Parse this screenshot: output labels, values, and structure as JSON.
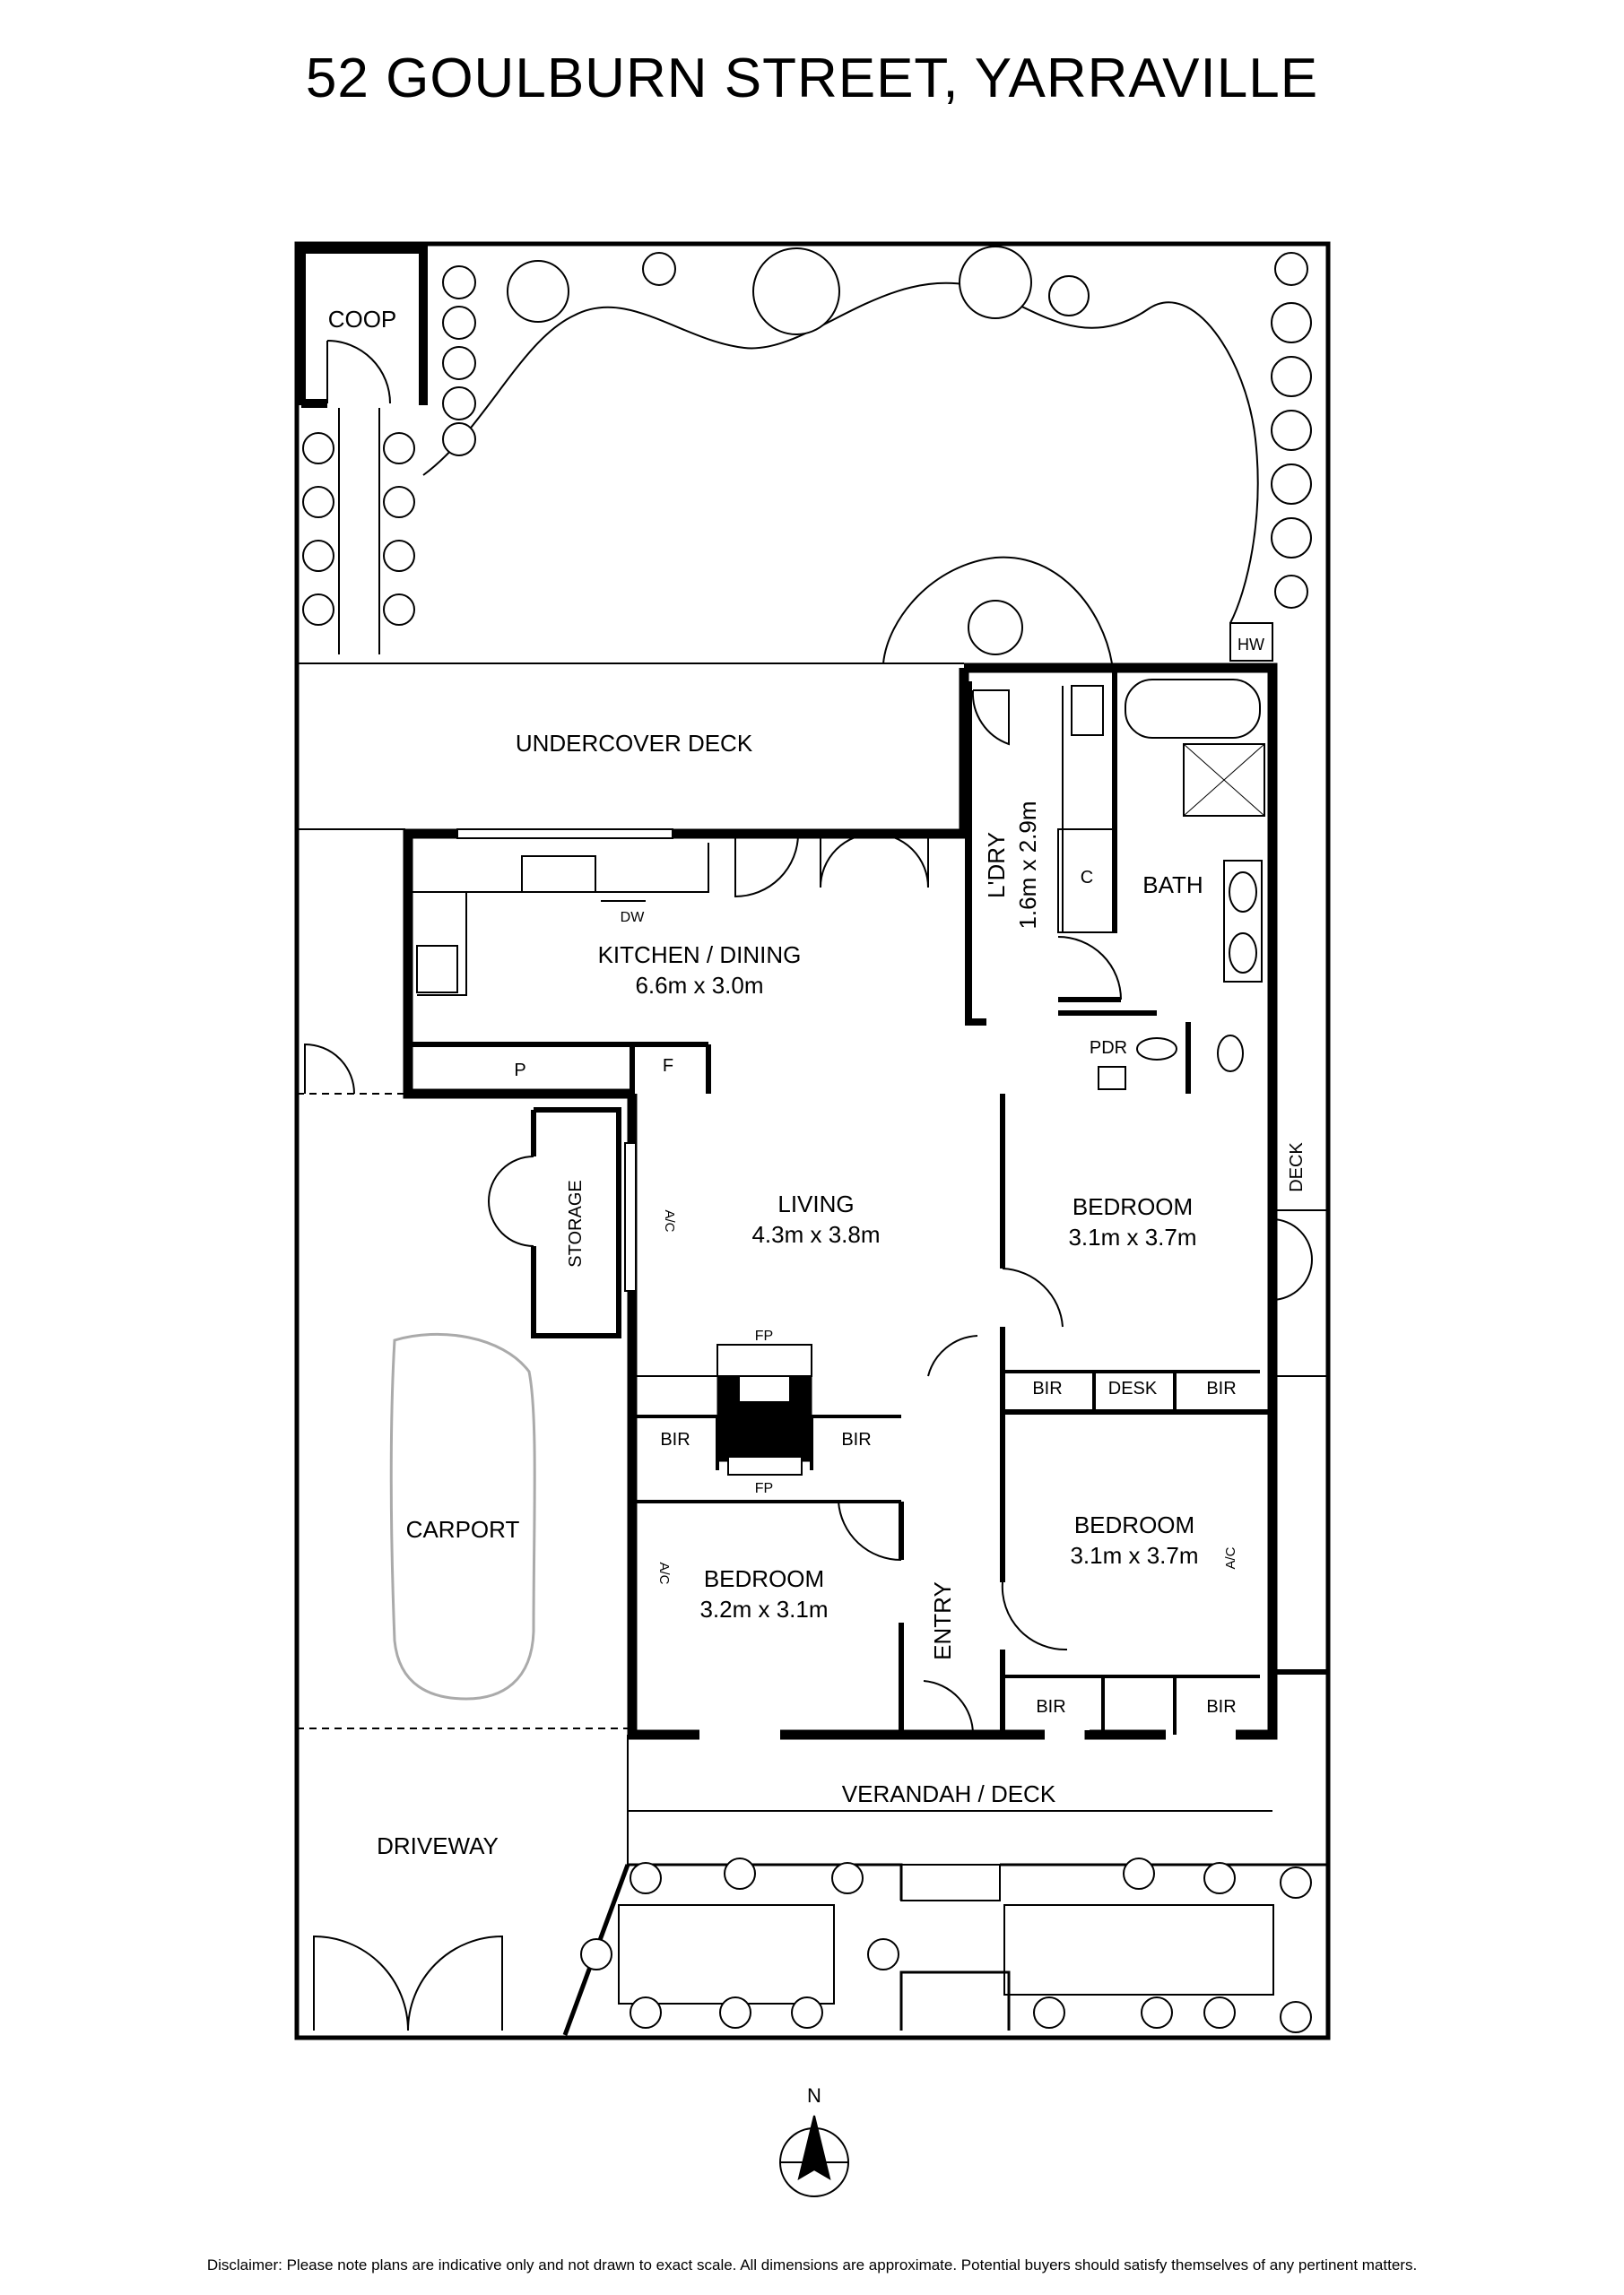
{
  "title": "52 GOULBURN STREET, YARRAVILLE",
  "rooms": {
    "coop": "COOP",
    "hw": "HW",
    "undercover_deck": "UNDERCOVER DECK",
    "kitchen_name": "KITCHEN / DINING",
    "kitchen_dim": "6.6m x 3.0m",
    "dw": "DW",
    "pantry": "P",
    "fridge": "F",
    "laundry_name": "L'DRY",
    "laundry_dim": "1.6m x 2.9m",
    "cupboard": "C",
    "bath": "BATH",
    "pdr": "PDR",
    "storage": "STORAGE",
    "ac_living": "A/C",
    "living_name": "LIVING",
    "living_dim": "4.3m x 3.8m",
    "bedroom1_name": "BEDROOM",
    "bedroom1_dim": "3.1m x 3.7m",
    "deck_side": "DECK",
    "bir_1": "BIR",
    "desk": "DESK",
    "bir_2": "BIR",
    "fp_top": "FP",
    "bir_3": "BIR",
    "bir_4": "BIR",
    "fp_bottom": "FP",
    "bedroom2_name": "BEDROOM",
    "bedroom2_dim": "3.1m x 3.7m",
    "ac_bed2": "A/C",
    "carport": "CARPORT",
    "ac_bed3": "A/C",
    "bedroom3_name": "BEDROOM",
    "bedroom3_dim": "3.2m x 3.1m",
    "entry": "ENTRY",
    "bir_5": "BIR",
    "bir_6": "BIR",
    "verandah": "VERANDAH / DECK",
    "driveway": "DRIVEWAY"
  },
  "compass": "N",
  "disclaimer": "Disclaimer: Please note plans are indicative only and not drawn to exact scale. All dimensions are approximate. Potential buyers should satisfy themselves of any pertinent matters."
}
